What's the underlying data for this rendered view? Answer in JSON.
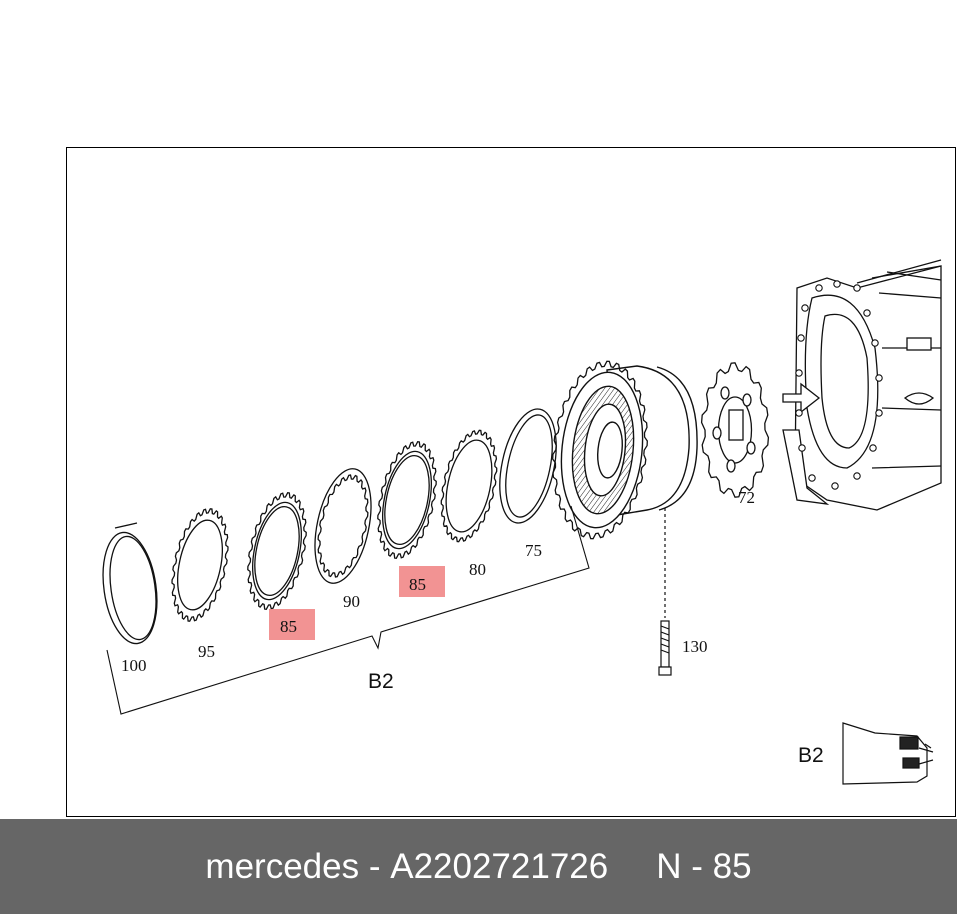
{
  "diagram": {
    "callouts": [
      {
        "id": "c100",
        "text": "100",
        "highlighted": false
      },
      {
        "id": "c95",
        "text": "95",
        "highlighted": false
      },
      {
        "id": "c85a",
        "text": "85",
        "highlighted": true
      },
      {
        "id": "c90",
        "text": "90",
        "highlighted": false
      },
      {
        "id": "c85b",
        "text": "85",
        "highlighted": true
      },
      {
        "id": "c80",
        "text": "80",
        "highlighted": false
      },
      {
        "id": "c75",
        "text": "75",
        "highlighted": false
      },
      {
        "id": "c72",
        "text": "72",
        "highlighted": false
      },
      {
        "id": "c130",
        "text": "130",
        "highlighted": false
      }
    ],
    "group_label": "B2",
    "inset_label": "B2",
    "highlight_color": "#f08080"
  },
  "footer": {
    "brand": "mercedes",
    "separator": "-",
    "part_number": "A2202721726",
    "position_prefix": "N",
    "position_number": "85",
    "background_color": "#666666"
  }
}
